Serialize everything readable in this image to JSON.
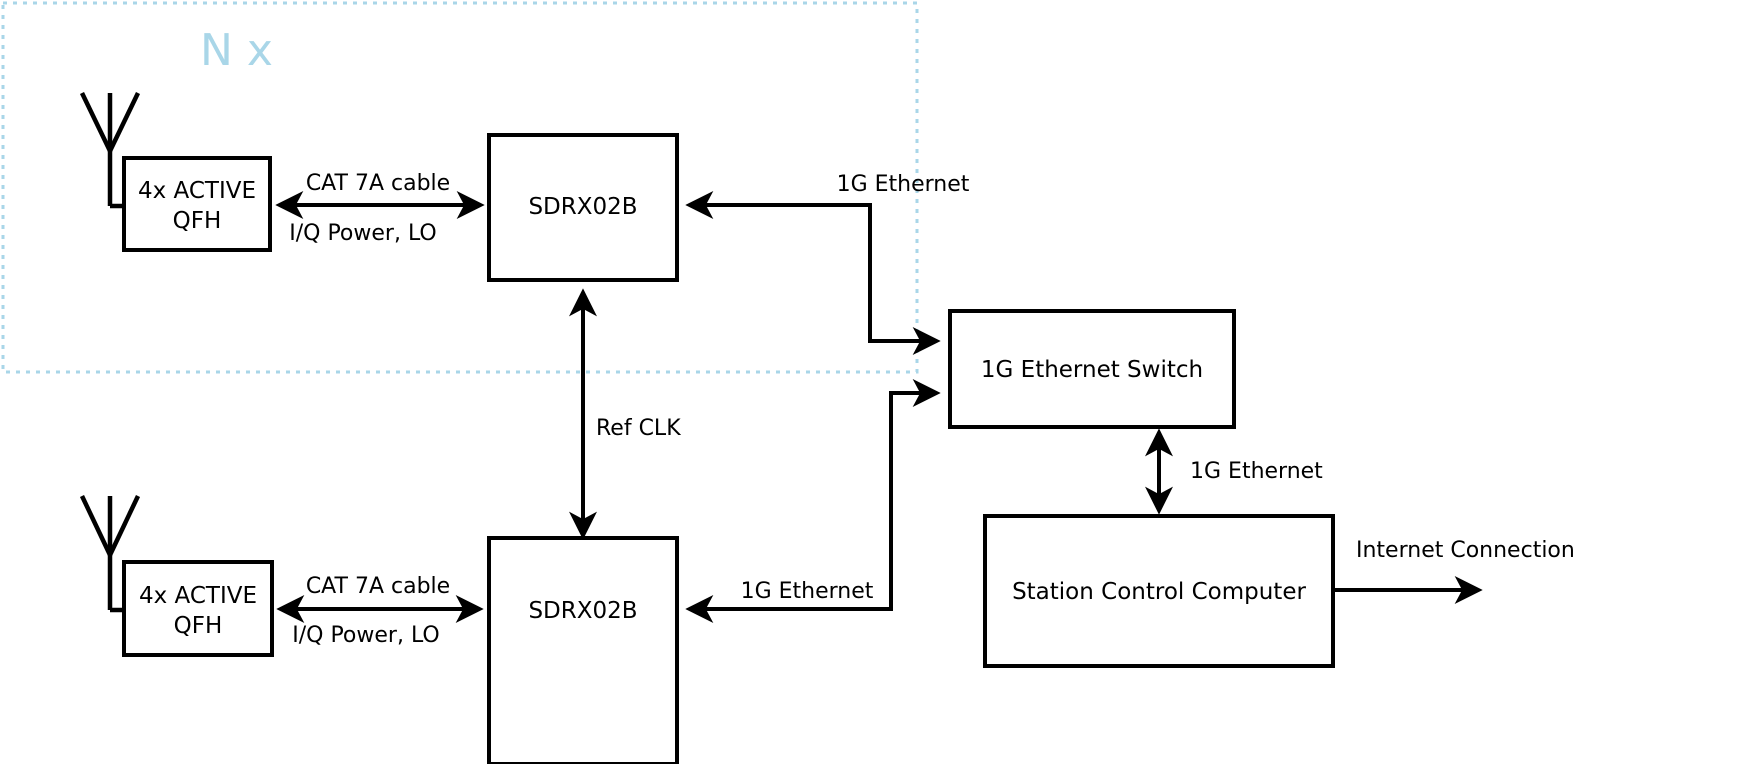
{
  "diagram": {
    "title_visible": false,
    "group": {
      "label": "N x",
      "color": "#a9d6e8"
    },
    "blocks": {
      "qfh_top": {
        "label_line1": "4x ACTIVE",
        "label_line2": "QFH"
      },
      "qfh_bottom": {
        "label_line1": "4x ACTIVE",
        "label_line2": "QFH"
      },
      "sdr_top": {
        "label": "SDRX02B"
      },
      "sdr_bottom": {
        "label": "SDRX02B"
      },
      "switch": {
        "label": "1G Ethernet Switch"
      },
      "computer": {
        "label": "Station Control Computer"
      }
    },
    "edges": {
      "cat7_top_upper": "CAT 7A cable",
      "cat7_top_lower": "I/Q Power, LO",
      "cat7_bottom_upper": "CAT 7A cable",
      "cat7_bottom_lower": "I/Q Power, LO",
      "eth_top": "1G Ethernet",
      "eth_bottom": "1G Ethernet",
      "eth_switch_computer": "1G Ethernet",
      "ref_clk": "Ref CLK",
      "internet": "Internet Connection"
    },
    "colors": {
      "line": "#000000",
      "group_accent": "#a9d6e8",
      "background": "#ffffff"
    }
  }
}
